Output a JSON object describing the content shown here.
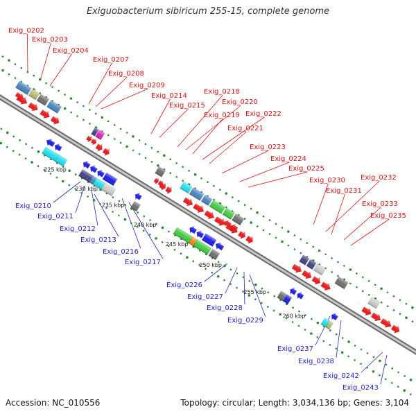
{
  "title": "Exiguobacterium sibiricum 255-15, complete genome",
  "footer": {
    "accession": "Accession: NC_010556",
    "stats": "Topology: circular; Length: 3,034,136 bp; Genes: 3,104"
  },
  "colors": {
    "cds_red": "#f01818",
    "cds_blue": "#1c1cee",
    "label_red": "#dd1111",
    "label_blue": "#2222cc",
    "backbone": "#909090",
    "tick_green": "#2a8c2a",
    "steel_blue": "#4a86c0",
    "cyan": "#22e0f0",
    "navy": "#444488",
    "gray": "#707070",
    "light_gray": "#cccccc",
    "green": "#44cc44",
    "olive": "#bbbb77",
    "magenta": "#dd22bb",
    "orange": "#f08818"
  },
  "scale_labels": [
    "225 kbp",
    "230 kbp",
    "235 kbp",
    "240 kbp",
    "245 kbp",
    "250 kbp",
    "255 kbp",
    "260 kbp"
  ],
  "top_labels": [
    "Exig_0202",
    "Exig_0203",
    "Exig_0204",
    "Exig_0207",
    "Exig_0208",
    "Exig_0209",
    "Exig_0214",
    "Exig_0215",
    "Exig_0218",
    "Exig_0220",
    "Exig_0219",
    "Exig_0222",
    "Exig_0221",
    "Exig_0223",
    "Exig_0224",
    "Exig_0225",
    "Exig_0230",
    "Exig_0232",
    "Exig_0231",
    "Exig_0233",
    "Exig_0235"
  ],
  "bottom_labels": [
    "Exig_0210",
    "Exig_0211",
    "Exig_0212",
    "Exig_0213",
    "Exig_0216",
    "Exig_0217",
    "Exig_0226",
    "Exig_0227",
    "Exig_0228",
    "Exig_0229",
    "Exig_0237",
    "Exig_0238",
    "Exig_0242",
    "Exig_0243"
  ]
}
